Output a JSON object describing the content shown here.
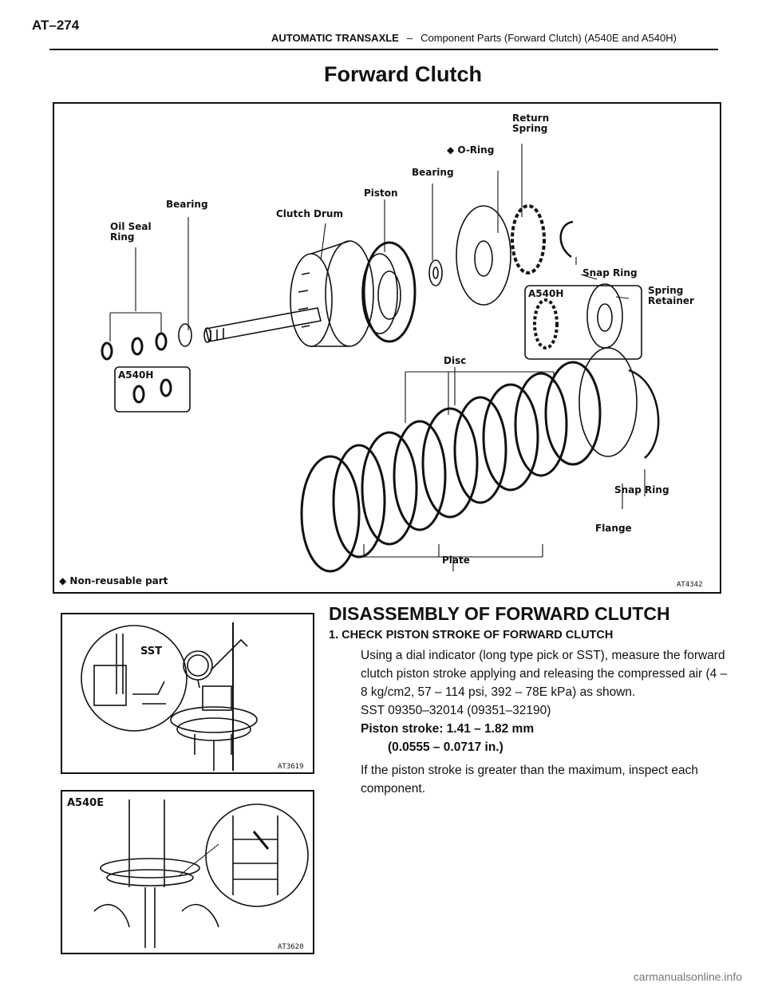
{
  "header": {
    "page_number": "AT–274",
    "section": "AUTOMATIC TRANSAXLE",
    "separator": "–",
    "subsection": "Component Parts (Forward Clutch) (A540E and A540H)"
  },
  "title": "Forward Clutch",
  "figure_main": {
    "labels": {
      "return_spring": "Return\nSpring",
      "o_ring": "◆ O-Ring",
      "bearing_top": "Bearing",
      "piston": "Piston",
      "clutch_drum": "Clutch Drum",
      "bearing_left": "Bearing",
      "oil_seal_ring": "Oil Seal\nRing",
      "snap_ring_top": "Snap Ring",
      "spring_retainer": "Spring\nRetainer",
      "a540h_right": "A540H",
      "a540h_left": "A540H",
      "disc": "Disc",
      "snap_ring_bottom": "Snap Ring",
      "flange": "Flange",
      "plate": "Plate",
      "non_reusable": "◆ Non-reusable part"
    },
    "code": "AT4342"
  },
  "figure_a": {
    "sst_label": "SST",
    "code": "AT3619"
  },
  "figure_b": {
    "model_label": "A540E",
    "code": "AT3620"
  },
  "procedure": {
    "heading": "DISASSEMBLY OF FORWARD CLUTCH",
    "step1": {
      "heading": "1.  CHECK PISTON STROKE OF FORWARD CLUTCH",
      "text": "Using a dial indicator (long type pick or SST), measure the forward clutch piston stroke applying and releasing the compressed air (4 – 8 kg/cm2, 57 – 114 psi, 392 – 78E kPa) as shown.",
      "sst": "SST  09350–32014  (09351–32190)",
      "spec_line1": "Piston stroke: 1.41 – 1.82 mm",
      "spec_line2": "(0.0555 – 0.0717 in.)",
      "after": "If the piston stroke is greater than the maximum, inspect each component."
    }
  },
  "footer": {
    "url": "carmanualsonline.info"
  }
}
